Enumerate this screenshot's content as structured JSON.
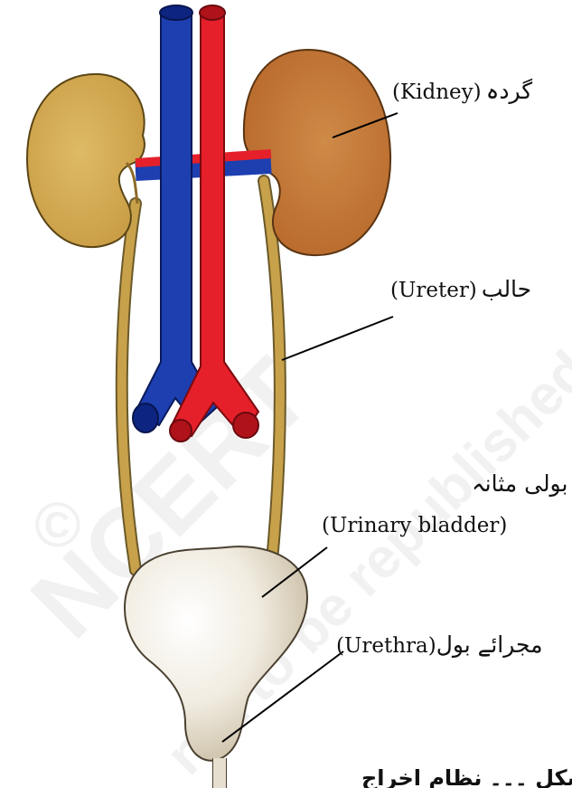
{
  "watermark": [
    "©",
    "NCERT",
    "not to be republished"
  ],
  "labels": {
    "kidney": {
      "urdu": "گردہ",
      "english": "(Kidney)"
    },
    "ureter": {
      "urdu": "حالب",
      "english": "(Ureter)"
    },
    "bladder": {
      "urdu": "بولی مثانہ",
      "english": "(Urinary bladder)"
    },
    "urethra": {
      "urdu": "مجرائے بول",
      "english": "(Urethra)"
    }
  },
  "footer_urdu": "شکل ۔۔۔ نظام اخراج",
  "colors": {
    "kidney_left": "#d4ab55",
    "kidney_right": "#c27a3c",
    "vein": "#1d3fb0",
    "artery": "#e5202a",
    "ureter": "#c8a14b",
    "bladder": "#f0ebe0"
  }
}
